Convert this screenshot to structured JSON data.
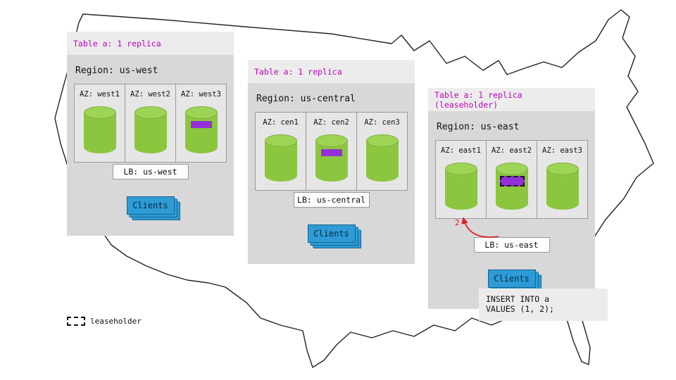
{
  "panels": [
    {
      "id": "us-west",
      "header": "Table a: 1 replica",
      "region_label": "Region: us-west",
      "azs": [
        {
          "label": "AZ: west1",
          "highlight": "none"
        },
        {
          "label": "AZ: west2",
          "highlight": "none"
        },
        {
          "label": "AZ: west3",
          "highlight": "replica"
        }
      ],
      "lb_label": "LB: us-west",
      "clients_label": "Clients"
    },
    {
      "id": "us-central",
      "header": "Table a: 1 replica",
      "region_label": "Region: us-central",
      "azs": [
        {
          "label": "AZ: cen1",
          "highlight": "none"
        },
        {
          "label": "AZ: cen2",
          "highlight": "replica"
        },
        {
          "label": "AZ: cen3",
          "highlight": "none"
        }
      ],
      "lb_label": "LB: us-central",
      "clients_label": "Clients"
    },
    {
      "id": "us-east",
      "header": "Table a: 1 replica (leaseholder)",
      "region_label": "Region: us-east",
      "azs": [
        {
          "label": "AZ: east1",
          "highlight": "none"
        },
        {
          "label": "AZ: east2",
          "highlight": "leaseholder"
        },
        {
          "label": "AZ: east3",
          "highlight": "none"
        }
      ],
      "lb_label": "LB: us-east",
      "clients_label": "Clients",
      "arrow_label": "2",
      "sql_statement": "INSERT INTO a\nVALUES (1, 2);"
    }
  ],
  "legend": {
    "label": "leaseholder"
  },
  "colors": {
    "header_text": "#c000c0",
    "panel_body": "#d8d8d8",
    "panel_header_bg": "#ececec",
    "cylinder_green": "#8cc63e",
    "replica_purple": "#9330d6",
    "clients_blue": "#2e9bd6",
    "arrow_red": "#e01b24"
  }
}
